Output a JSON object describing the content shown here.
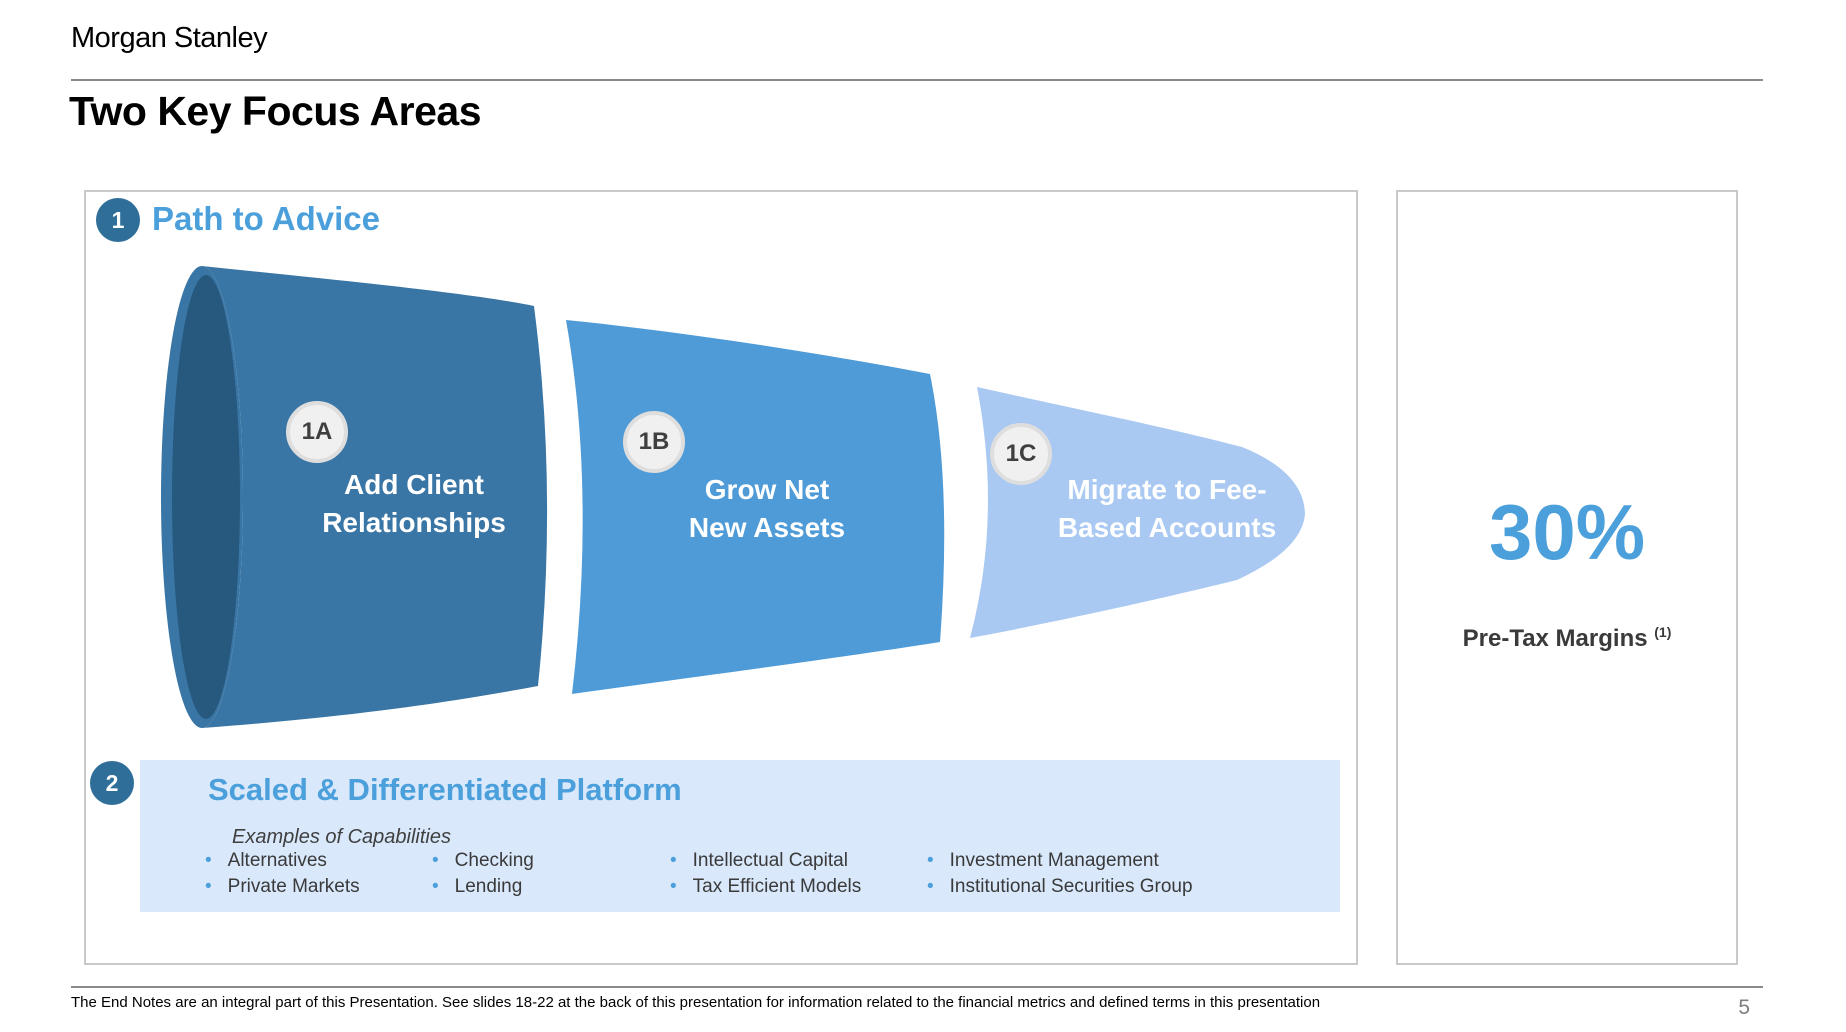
{
  "header": {
    "logo": "Morgan Stanley",
    "title": "Two Key Focus Areas"
  },
  "section1": {
    "number": "1",
    "title": "Path to Advice",
    "segments": [
      {
        "badge": "1A",
        "label": "Add Client\nRelationships",
        "color": "#3a76a5"
      },
      {
        "badge": "1B",
        "label": "Grow Net\nNew Assets",
        "color": "#4e9bd8"
      },
      {
        "badge": "1C",
        "label": "Migrate to Fee-\nBased Accounts",
        "color": "#a9c9f3"
      }
    ],
    "funnel_opening_color": "#27597e"
  },
  "section2": {
    "number": "2",
    "title": "Scaled & Differentiated Platform",
    "subtitle": "Examples of Capabilities",
    "columns": [
      [
        "Alternatives",
        "Private Markets"
      ],
      [
        "Checking",
        "Lending"
      ],
      [
        "Intellectual Capital",
        "Tax Efficient Models"
      ],
      [
        "Investment Management",
        "Institutional Securities Group"
      ]
    ]
  },
  "metric_panel": {
    "value": "30%",
    "label": "Pre-Tax Margins",
    "footnote_ref": "(1)"
  },
  "footer": {
    "note": "The End Notes are an integral part of this Presentation. See slides 18-22 at the back of this presentation for information related to the financial metrics and defined terms in this presentation",
    "page_number": "5"
  },
  "colors": {
    "accent_blue": "#4ba0dc",
    "section_badge_blue": "#2e6e99",
    "platform_bg": "#d9e8fb",
    "metric_blue": "#4b9fdb",
    "bullet_dot": "#4b9fdb"
  }
}
